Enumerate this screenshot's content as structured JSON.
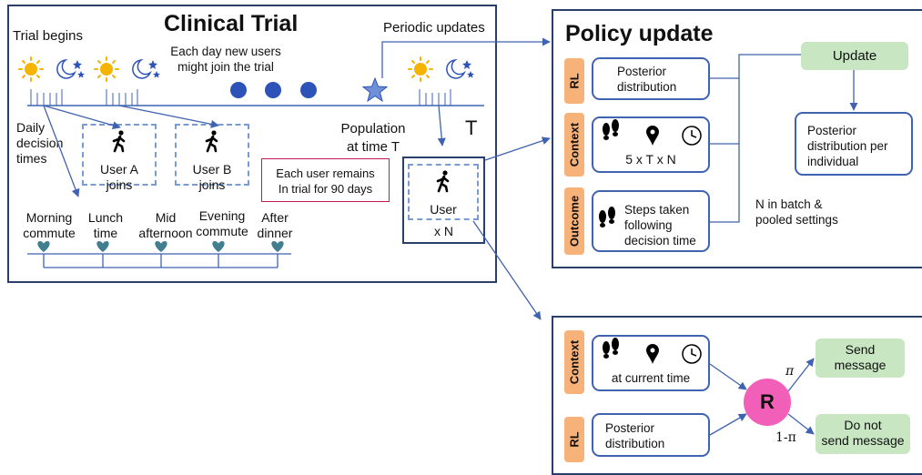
{
  "trial": {
    "title": "Clinical Trial",
    "trial_begins": "Trial begins",
    "new_users_line1": "Each day new users",
    "new_users_line2": "might join the trial",
    "periodic_updates": "Periodic updates",
    "daily_line1": "Daily",
    "daily_line2": "decision",
    "daily_line3": "times",
    "user_a_line1": "User A",
    "user_a_line2": "joins",
    "user_b_line1": "User B",
    "user_b_line2": "joins",
    "population_line1": "Population",
    "population_line2": "at time T",
    "t_label": "T",
    "remains_line1": "Each user remains",
    "remains_line2": "In trial for 90 days",
    "user_label": "User",
    "times_n": "x N",
    "decision_times": [
      {
        "line1": "Morning",
        "line2": "commute"
      },
      {
        "line1": "Lunch",
        "line2": "time"
      },
      {
        "line1": "Mid",
        "line2": "afternoon"
      },
      {
        "line1": "Evening",
        "line2": "commute"
      },
      {
        "line1": "After",
        "line2": "dinner"
      }
    ]
  },
  "policy": {
    "title": "Policy update",
    "rl_tag": "RL",
    "context_tag": "Context",
    "outcome_tag": "Outcome",
    "posterior_line1": "Posterior",
    "posterior_line2": "distribution",
    "context_formula": "5 x T x N",
    "steps_line1": "Steps taken",
    "steps_line2": "following",
    "steps_line3": "decision time",
    "update_label": "Update",
    "individual_line1": "Posterior",
    "individual_line2": "distribution per",
    "individual_line3": "individual",
    "batch_line1": "N in batch &",
    "batch_line2": "pooled settings"
  },
  "decision": {
    "context_tag": "Context",
    "rl_tag": "RL",
    "current_time": "at current time",
    "posterior_line1": "Posterior",
    "posterior_line2": "distribution",
    "r_label": "R",
    "pi": "π",
    "one_minus_pi": "1-π",
    "send_line1": "Send",
    "send_line2": "message",
    "nosend_line1": "Do not",
    "nosend_line2": "send message"
  },
  "colors": {
    "panel_border": "#2b3f6b",
    "box_border": "#3f63b0",
    "tag": "#f7b27a",
    "green": "#c7e6c1",
    "r_circle": "#f25fb8",
    "heart": "#3f7f8f",
    "dot": "#2d52b8",
    "remains_border": "#c2185b"
  }
}
